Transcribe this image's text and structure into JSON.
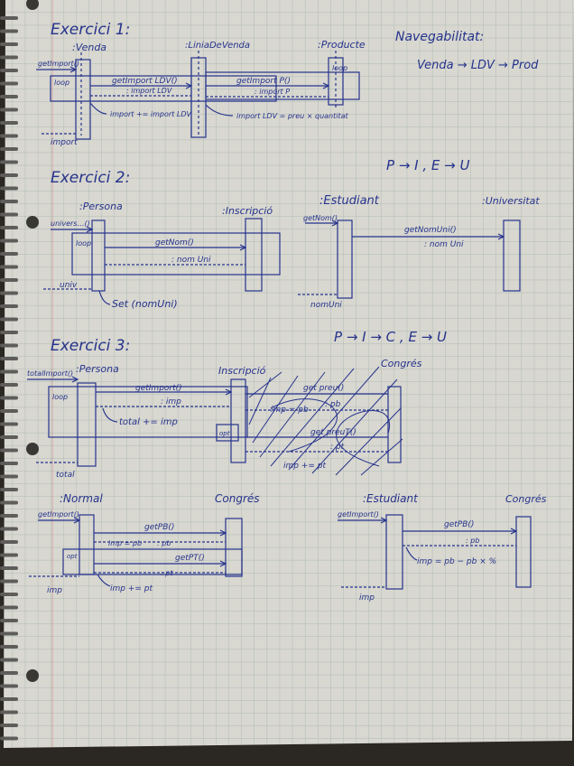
{
  "colors": {
    "paper": "#d8d7d0",
    "grid": "#9fb2ad",
    "ink": "#26338c",
    "margin_line": "#c25555",
    "background": "#2b2723"
  },
  "ex1": {
    "title": "Exercici 1:",
    "nav_label": "Navegabilitat:",
    "nav_path": "Venda → LDV → Prod",
    "lifeline_venda": ":Venda",
    "lifeline_ldv": ":LiniaDeVenda",
    "lifeline_producte": ":Producte",
    "msg_in": "getImport()",
    "loop": "loop",
    "msg_ldv": "getImport LDV()",
    "ret_ldv": ": import LDV",
    "msg_p": "getImport P()",
    "ret_p": ": import P",
    "note_sum": "import += import LDV",
    "note_ldv": "import LDV = preu × quantitat",
    "ret_out": "import"
  },
  "ex2": {
    "title": "Exercici 2:",
    "nav": "P → I , E → U",
    "lifeline_persona": ":Persona",
    "lifeline_inscripcio": ":Inscripció",
    "lifeline_estudiant": ":Estudiant",
    "lifeline_universitat": ":Universitat",
    "msg_univ": "univers…()",
    "loop": "loop",
    "msg_getnom": "getNom()",
    "ret_nomuni": ": nom Uni",
    "ret_univ": "univ",
    "set_note": "Set (nomUni)",
    "msg_getnom2": "getNom()",
    "msg_getnomuni": "getNomUni()",
    "ret_nomuni2": ": nom Uni",
    "ret_nomuni3": "nomUni"
  },
  "ex3": {
    "title": "Exercici 3:",
    "nav": "P → I → C , E → U",
    "lifeline_persona": ":Persona",
    "lifeline_inscripcio": "Inscripció",
    "lifeline_congres": "Congrés",
    "msg_total": "totalImport()",
    "loop": "loop",
    "msg_getimport": "getImport()",
    "ret_imp": ": imp",
    "note_total": "total += imp",
    "opt": "opt",
    "ret_total": "total",
    "crossed_get_preu": "get preu()",
    "crossed_imp_pb": "imp = pb",
    "crossed_pb": ": pb",
    "crossed_getpreut": "get preuT()",
    "crossed_pt": ": pt",
    "crossed_imp_pt": "imp += pt"
  },
  "normal": {
    "lifeline_normal": ":Normal",
    "lifeline_congres": "Congrés",
    "msg_in": "getImport()",
    "msg_pb": "getPB()",
    "note_pb": "imp = pb",
    "ret_pb": ": pb",
    "opt": "opt",
    "msg_pt": "getPT()",
    "ret_pt": ": pt",
    "note_pt": "imp += pt",
    "ret_out": "imp"
  },
  "estudiant": {
    "lifeline_estudiant": ":Estudiant",
    "lifeline_congres": "Congrés",
    "msg_in": "getImport()",
    "msg_pb": "getPB()",
    "ret_pb": ": pb",
    "note": "imp = pb − pb × %",
    "ret_out": "imp"
  }
}
